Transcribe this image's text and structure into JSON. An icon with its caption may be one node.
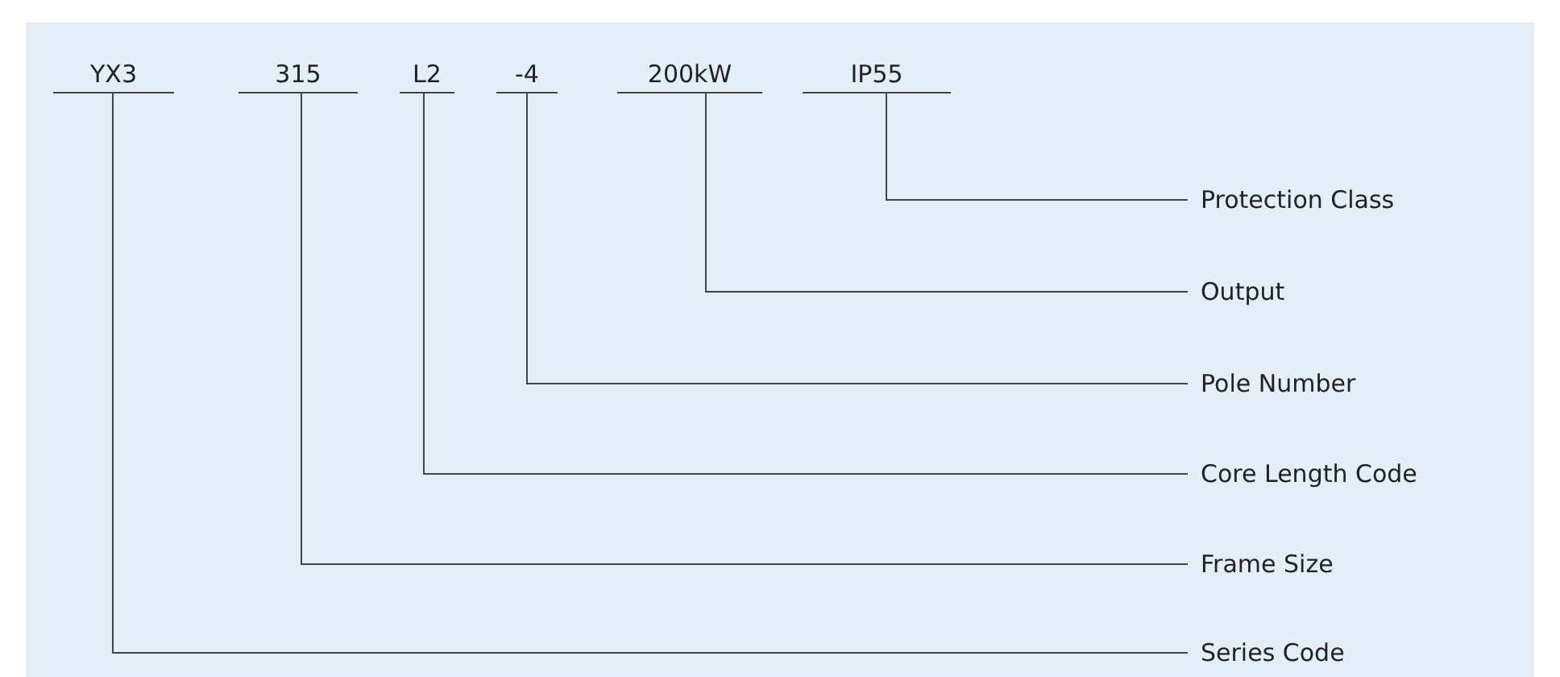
{
  "diagram": {
    "nodes": [
      {
        "text": [
          "YX3"
        ]
      },
      {
        "text": [
          "315"
        ]
      },
      {
        "text": [
          "L2"
        ]
      },
      {
        "text": [
          "-4"
        ]
      },
      {
        "text": [
          "200kW"
        ]
      },
      {
        "text": [
          "IP55"
        ]
      },
      {
        "text": [
          "Protection Class"
        ]
      },
      {
        "text": [
          "Output"
        ]
      },
      {
        "text": [
          "Pole Number"
        ]
      },
      {
        "text": [
          "Core Length Code"
        ]
      },
      {
        "text": [
          "Frame Size"
        ]
      },
      {
        "text": [
          "Series Code"
        ]
      }
    ],
    "edges": [
      {
        "from": 5,
        "to": 6,
        "arrow": "none"
      },
      {
        "from": 4,
        "to": 7,
        "arrow": "none"
      },
      {
        "from": 3,
        "to": 8,
        "arrow": "none"
      },
      {
        "from": 2,
        "to": 9,
        "arrow": "none"
      },
      {
        "from": 1,
        "to": 10,
        "arrow": "none"
      },
      {
        "from": 0,
        "to": 11,
        "arrow": "none"
      }
    ]
  }
}
